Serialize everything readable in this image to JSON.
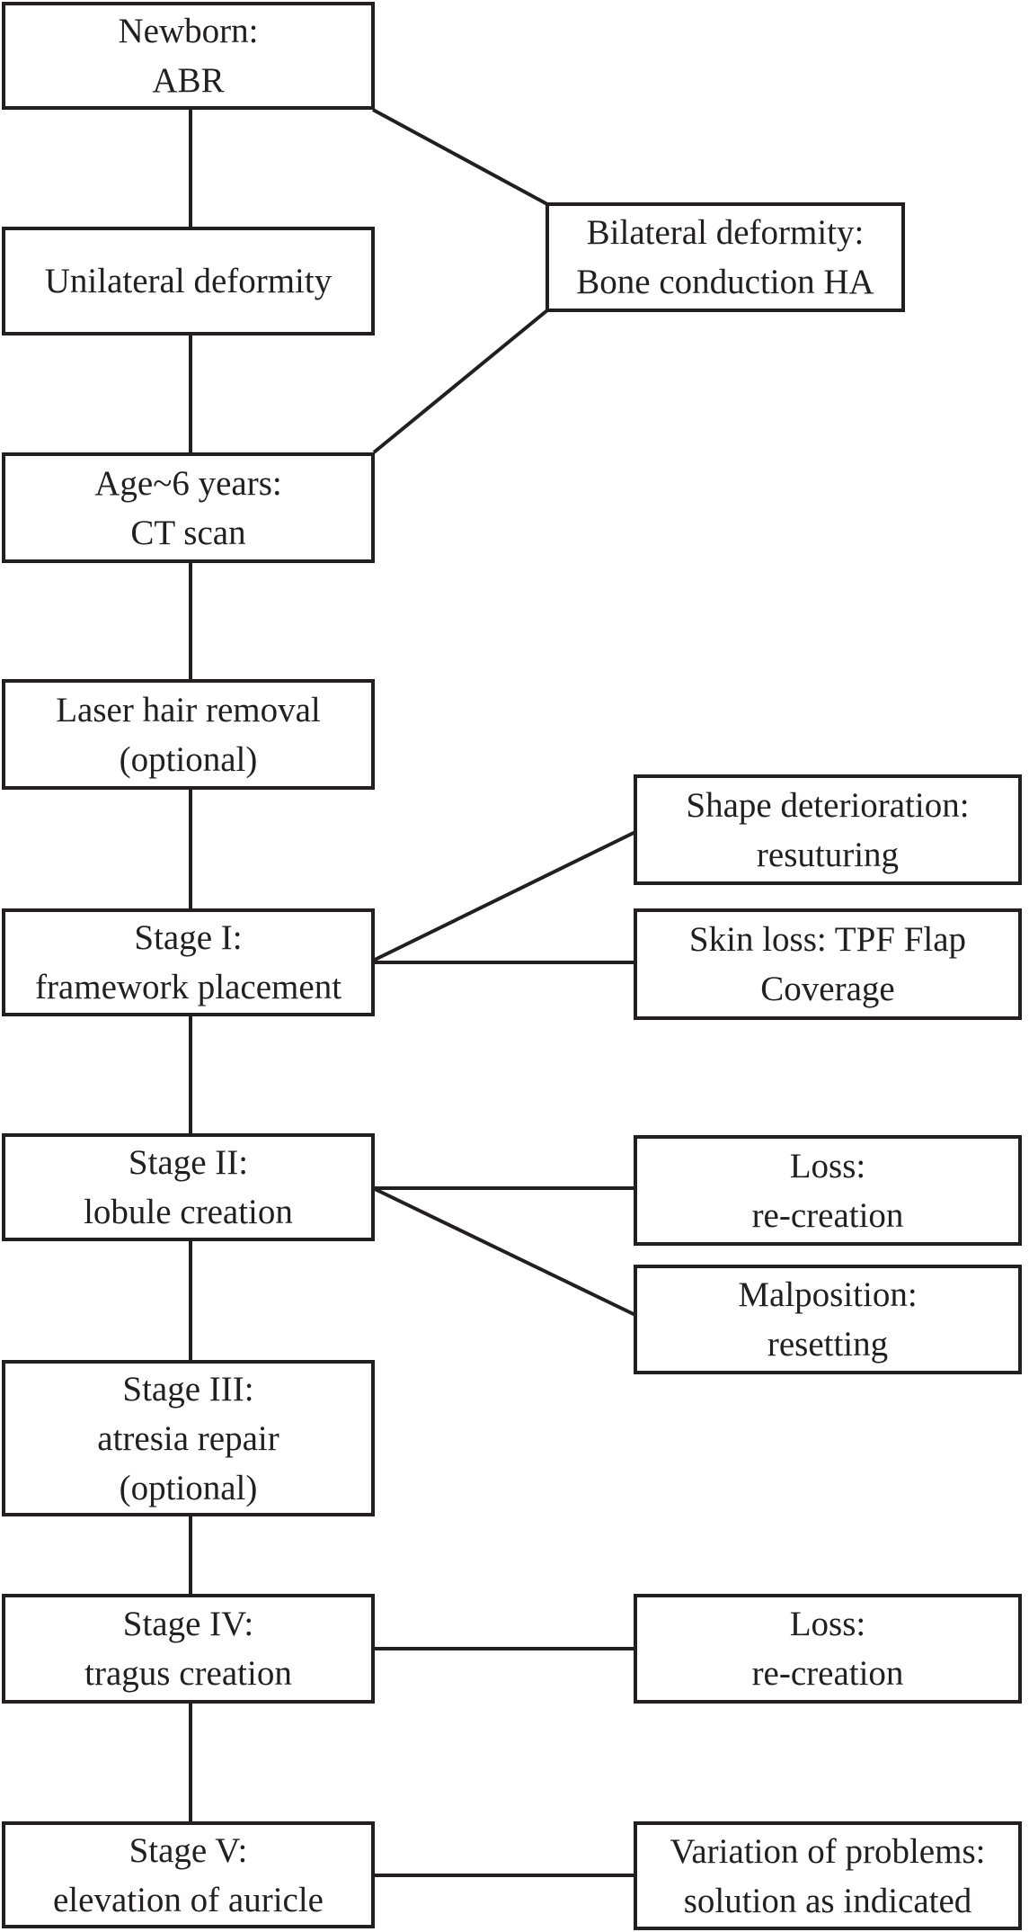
{
  "figure": {
    "type": "flowchart",
    "background": "#ffffff",
    "line_color": "#231f20"
  },
  "nodes": {
    "newborn": {
      "line1": "Newborn:",
      "line2": "ABR"
    },
    "unilateral": {
      "line1": "Unilateral deformity"
    },
    "bilateral": {
      "line1": "Bilateral deformity:",
      "line2": "Bone conduction HA"
    },
    "age": {
      "line1": "Age~6 years:",
      "line2": "CT scan"
    },
    "laser": {
      "line1": "Laser hair removal",
      "line2": "(optional)"
    },
    "stage1": {
      "line1": "Stage I:",
      "line2": "framework placement"
    },
    "shape": {
      "line1": "Shape deterioration:",
      "line2": "resuturing"
    },
    "skin": {
      "line1": "Skin loss: TPF Flap",
      "line2": "Coverage"
    },
    "stage2": {
      "line1": "Stage II:",
      "line2": "lobule creation"
    },
    "loss1": {
      "line1": "Loss:",
      "line2": "re-creation"
    },
    "malposition": {
      "line1": "Malposition:",
      "line2": "resetting"
    },
    "stage3": {
      "line1": "Stage III:",
      "line2": "atresia repair",
      "line3": "(optional)"
    },
    "stage4": {
      "line1": "Stage IV:",
      "line2": "tragus creation"
    },
    "loss2": {
      "line1": "Loss:",
      "line2": "re-creation"
    },
    "stage5": {
      "line1": "Stage V:",
      "line2": "elevation of auricle"
    },
    "variation": {
      "line1": "Variation of problems:",
      "line2": "solution as indicated"
    }
  }
}
